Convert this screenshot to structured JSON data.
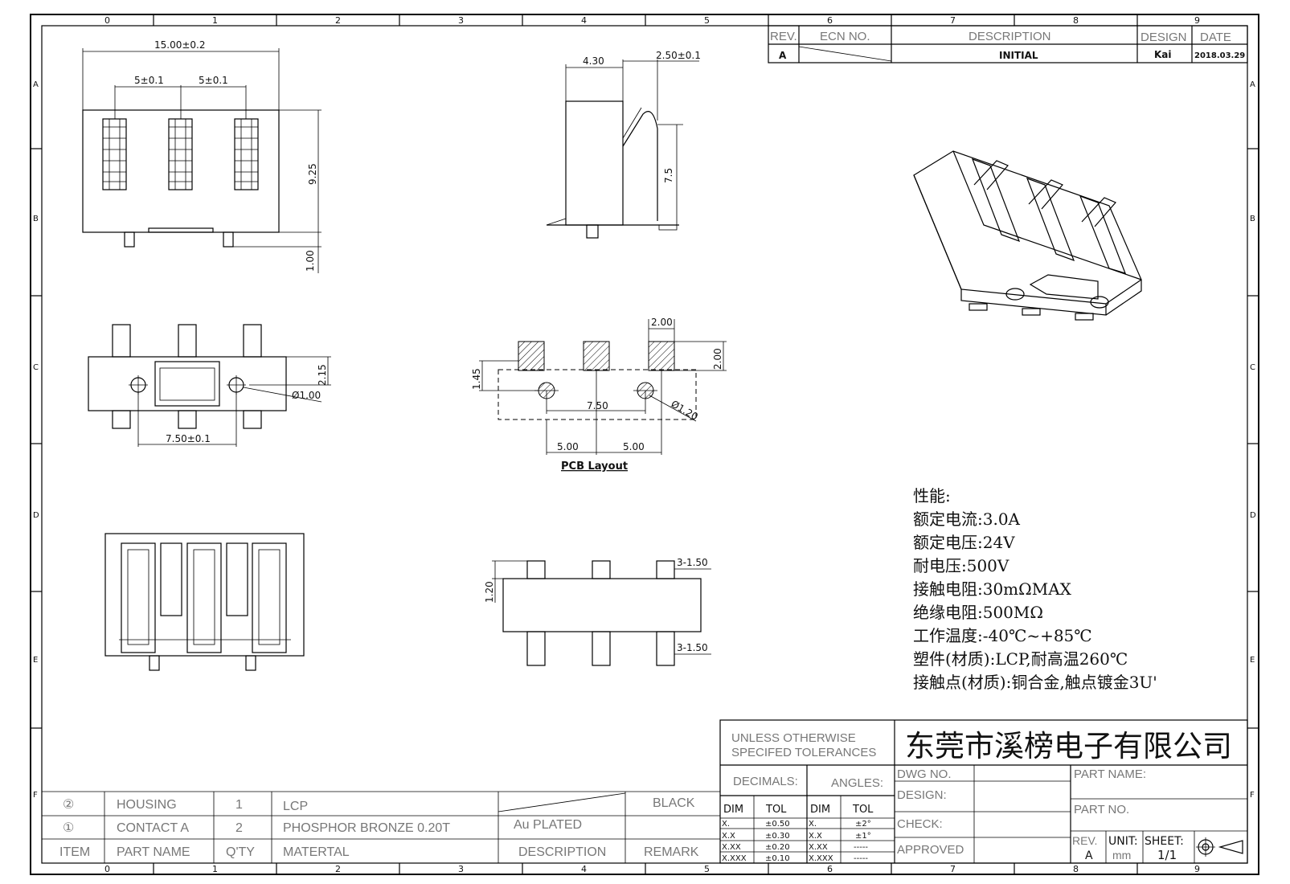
{
  "grid": {
    "cols": [
      "0",
      "1",
      "2",
      "3",
      "4",
      "5",
      "6",
      "7",
      "8",
      "9"
    ],
    "rows": [
      "A",
      "B",
      "C",
      "D",
      "E",
      "F"
    ]
  },
  "revision": {
    "headers": {
      "rev": "REV.",
      "ecn": "ECN NO.",
      "desc": "DESCRIPTION",
      "design": "DESIGN",
      "date": "DATE"
    },
    "row": {
      "rev": "A",
      "ecn": "",
      "desc": "INITIAL",
      "design": "Kai",
      "date": "2018.03.29"
    }
  },
  "dims": {
    "top_width": "15.00±0.2",
    "pitch_a": "5±0.1",
    "pitch_b": "5±0.1",
    "height": "9.25",
    "tab": "1.00",
    "side_a": "4.30",
    "side_b": "2.50±0.1",
    "side_h": "7.5",
    "bottom_h": "2.15",
    "hole": "Ø1.00",
    "hole_pitch": "7.50±0.1",
    "pcb_pad": "2.00",
    "pcb_pad_h": "2.00",
    "pcb_off": "1.45",
    "pcb_pitch": "7.50",
    "pcb_hole": "Ø1.20",
    "pcb_a": "5.00",
    "pcb_b": "5.00",
    "pcb_title": "PCB Layout",
    "front_h": "1.20",
    "front_tab_top": "3-1.50",
    "front_tab_bot": "3-1.50"
  },
  "specs": {
    "heading": "性能:",
    "lines": [
      "额定电流:3.0A",
      "额定电压:24V",
      "耐电压:500V",
      "接触电阻:30mΩMAX",
      "绝缘电阻:500MΩ",
      "工作温度:-40℃~+85℃",
      "塑件(材质):LCP,耐高温260℃",
      "接触点(材质):铜合金,触点镀金3U'"
    ]
  },
  "bom": {
    "rows": [
      {
        "item": "②",
        "part": "HOUSING",
        "qty": "1",
        "material": "LCP",
        "desc": "",
        "remark": "BLACK"
      },
      {
        "item": "①",
        "part": "CONTACT A",
        "qty": "2",
        "material": "PHOSPHOR BRONZE 0.20T",
        "desc": "Au PLATED",
        "remark": ""
      }
    ],
    "header": {
      "item": "ITEM",
      "part": "PART NAME",
      "qty": "Q'TY",
      "material": "MATERTAL",
      "desc": "DESCRIPTION",
      "remark": "REMARK"
    }
  },
  "titleblock": {
    "tolerance_note_1": "UNLESS OTHERWISE",
    "tolerance_note_2": "SPECIFED TOLERANCES",
    "company": "东莞市溪榜电子有限公司",
    "decimals": "DECIMALS:",
    "angles": "ANGLES:",
    "dim": "DIM",
    "tol": "TOL",
    "dec_rows": [
      [
        "X.",
        "±0.50"
      ],
      [
        "X.X",
        "±0.30"
      ],
      [
        "X.XX",
        "±0.20"
      ],
      [
        "X.XXX",
        "±0.10"
      ]
    ],
    "ang_rows": [
      [
        "X.",
        "±2°"
      ],
      [
        "X.X",
        "±1°"
      ],
      [
        "X.XX",
        "-----"
      ],
      [
        "X.XXX",
        "-----"
      ]
    ],
    "dwg_no": "DWG NO.",
    "design": "DESIGN:",
    "check": "CHECK:",
    "approved": "APPROVED",
    "part_name": "PART NAME:",
    "part_no": "PART NO.",
    "rev_label": "REV.",
    "rev_val": "A",
    "unit_label": "UNIT:",
    "unit_val": "mm",
    "sheet_label": "SHEET:",
    "sheet_val": "1/1"
  }
}
